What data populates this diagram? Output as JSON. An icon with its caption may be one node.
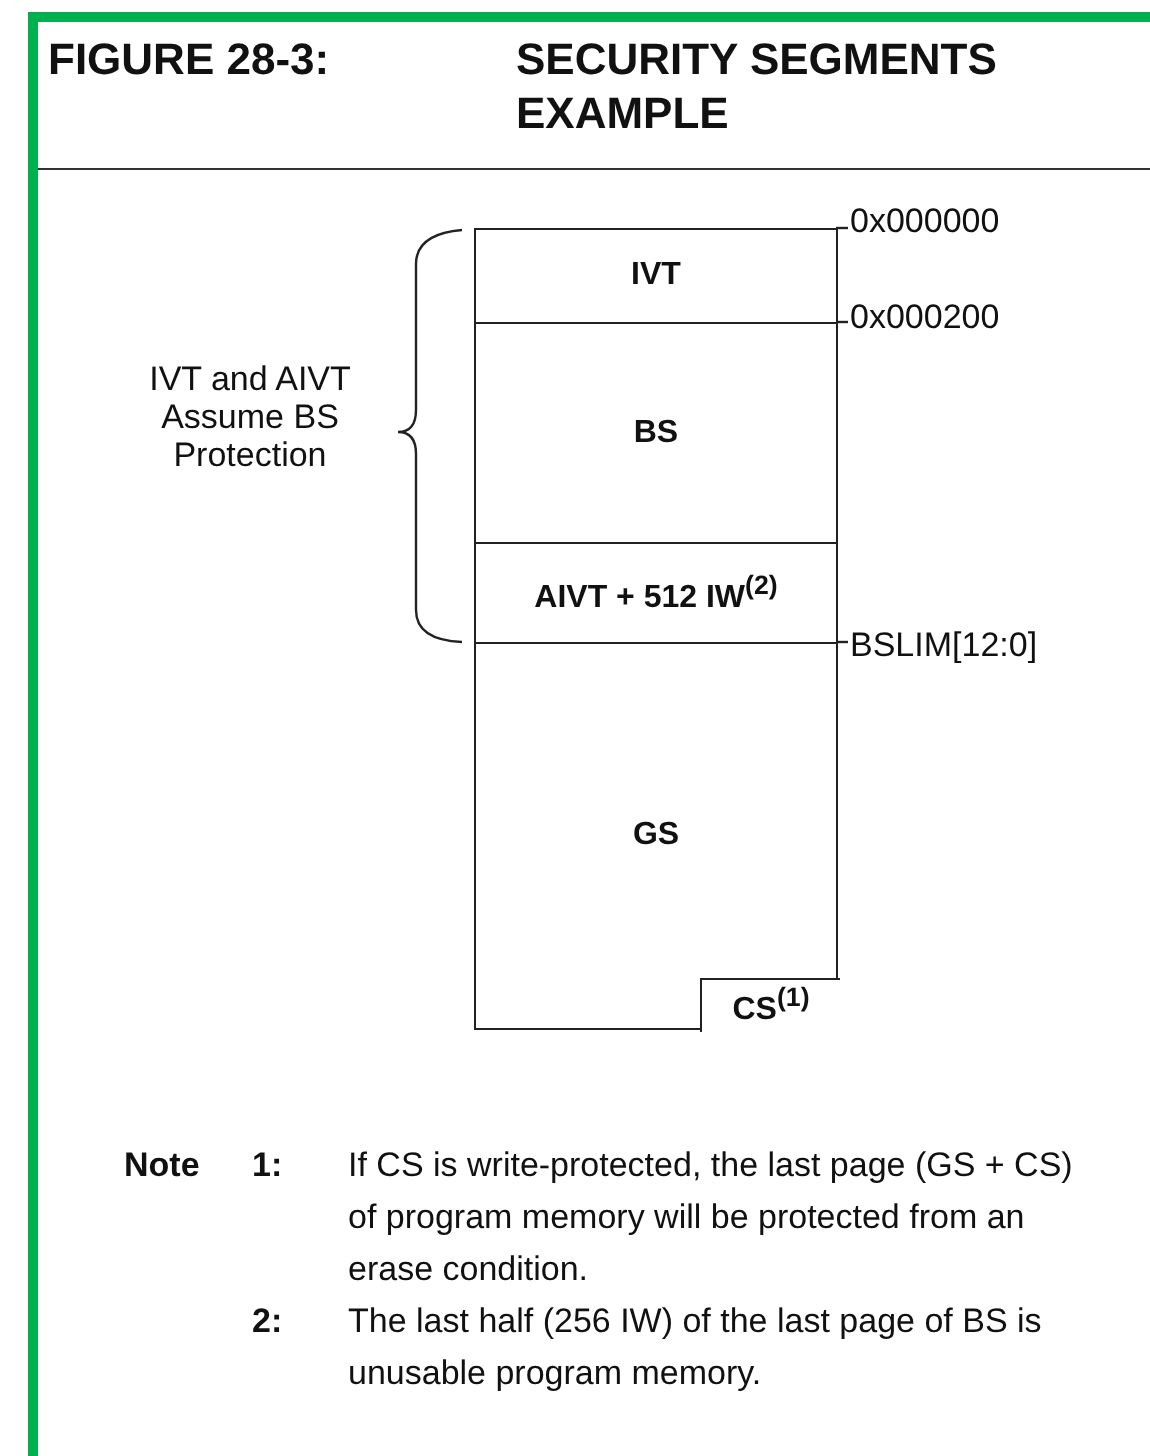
{
  "diagram": {
    "title": "SECURITY SEGMENTS EXAMPLE",
    "nodes": [
      {
        "text": [
          "IVT"
        ]
      },
      {
        "text": [
          "BS"
        ]
      },
      {
        "text": [
          "AIVT + 512 IW$^{(2)}$"
        ]
      },
      {
        "text": [
          "GS"
        ]
      },
      {
        "text": [
          "CS$^{(1)}$"
        ],
        "in": 3
      }
    ],
    "labels": [
      "FIGURE 28-3:",
      "IVT and AIVT Assume BS Protection",
      "0x000000",
      "0x000200",
      "BSLIM[12:0]",
      "Note",
      "1:",
      "If CS is write-protected, the last page (GS + CS) of program memory will be protected from an erase condition.",
      "2:",
      "The last half (256 IW) of the last page of BS is unusable program memory."
    ]
  }
}
